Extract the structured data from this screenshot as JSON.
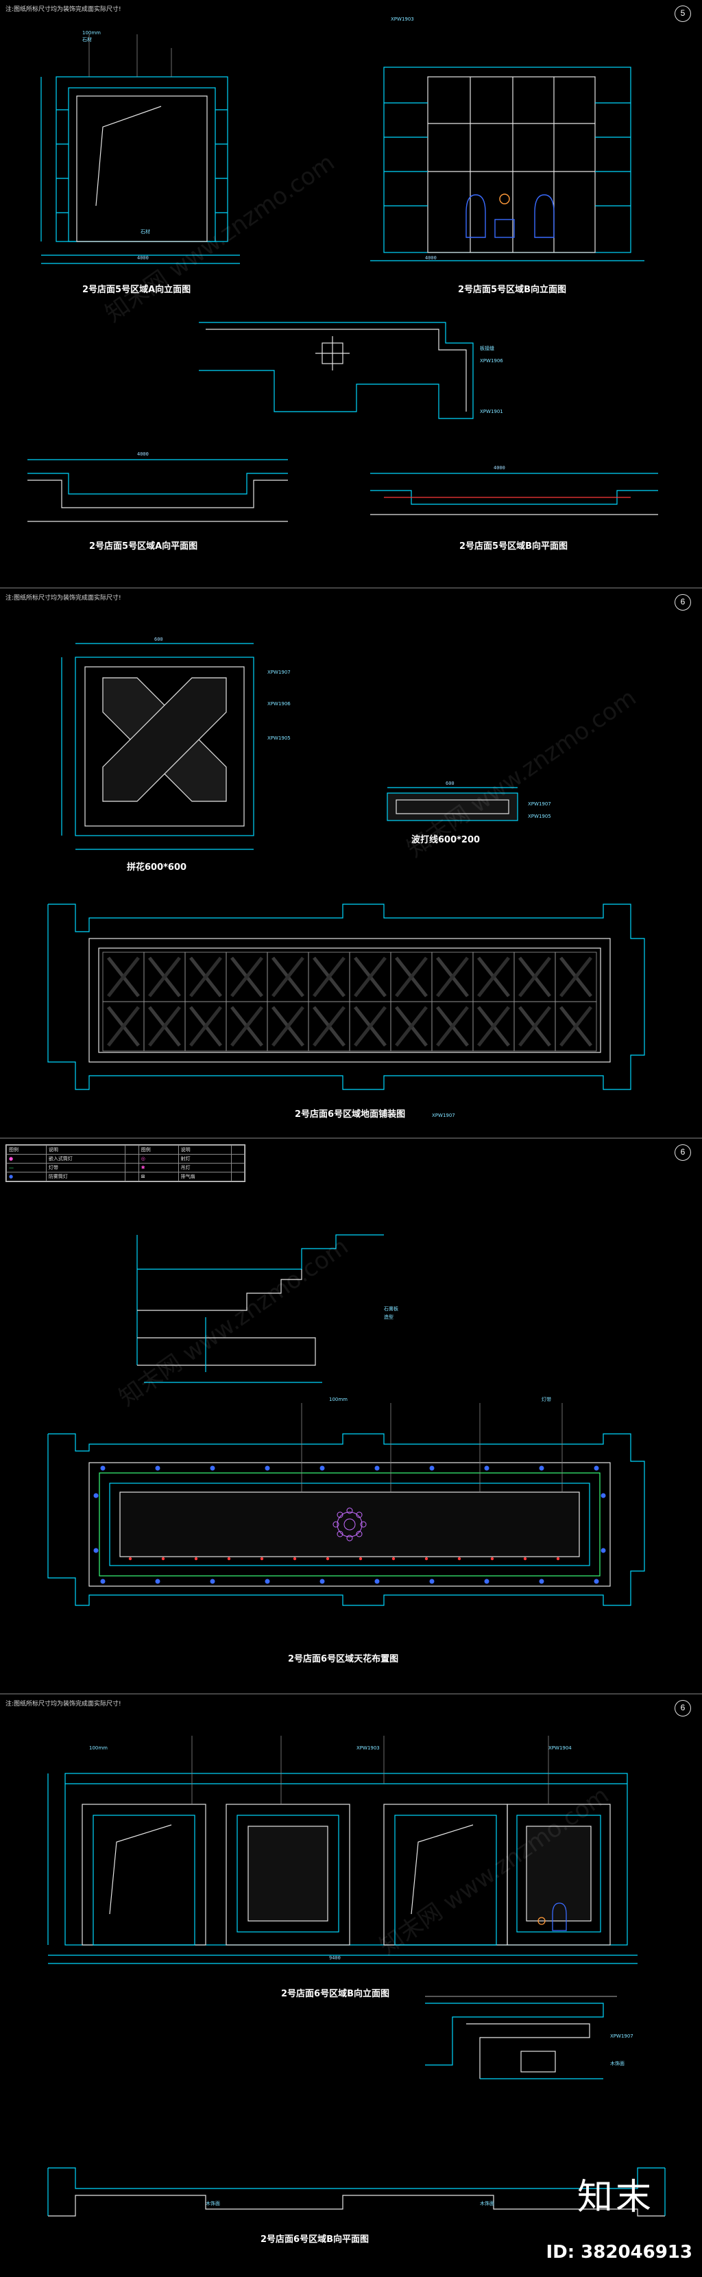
{
  "sheets": [
    {
      "number": "5",
      "note": "注:图纸所标尺寸均为装饰完成面实际尺寸!",
      "drawings": {
        "a_elev_title": "2号店面5号区域A向立面图",
        "b_elev_title": "2号店面5号区域B向立面图",
        "a_plan_title": "2号店面5号区域A向平面图",
        "b_plan_title": "2号店面5号区域B向平面图"
      }
    },
    {
      "number": "6",
      "note": "注:图纸所标尺寸均为装饰完成面实际尺寸!",
      "drawings": {
        "tile_title": "拼花600*600",
        "strip_title": "波打线600*200",
        "floor_title": "2号店面6号区域地面铺装图"
      }
    },
    {
      "number": "6",
      "note": "",
      "drawings": {
        "ceiling_title": "2号店面6号区域天花布置图"
      },
      "legend_header": [
        "图例",
        "说明",
        "",
        "图例",
        "说明",
        ""
      ],
      "legend_rows": [
        [
          "",
          "嵌入式筒灯",
          "",
          "",
          "射灯",
          ""
        ],
        [
          "",
          "灯带",
          "",
          "",
          "吊灯",
          ""
        ],
        [
          "",
          "防雾筒灯",
          "",
          "",
          "排气扇",
          ""
        ]
      ]
    },
    {
      "number": "6",
      "note": "注:图纸所标尺寸均为装饰完成面实际尺寸!",
      "drawings": {
        "b_elev_title": "2号店面6号区域B向立面图",
        "b_plan_title": "2号店面6号区域B向平面图"
      }
    }
  ],
  "watermark": "知末网 www.znzmo.com",
  "brand_logo": "知末",
  "image_id": "ID: 382046913",
  "colors": {
    "background": "#000000",
    "line_cyan": "#00d8ff",
    "line_white": "#e6e6e6",
    "line_magenta": "#ff4fd8",
    "line_red": "#ff3a3a",
    "line_blue": "#3a6bff",
    "line_green": "#38ff7a"
  }
}
